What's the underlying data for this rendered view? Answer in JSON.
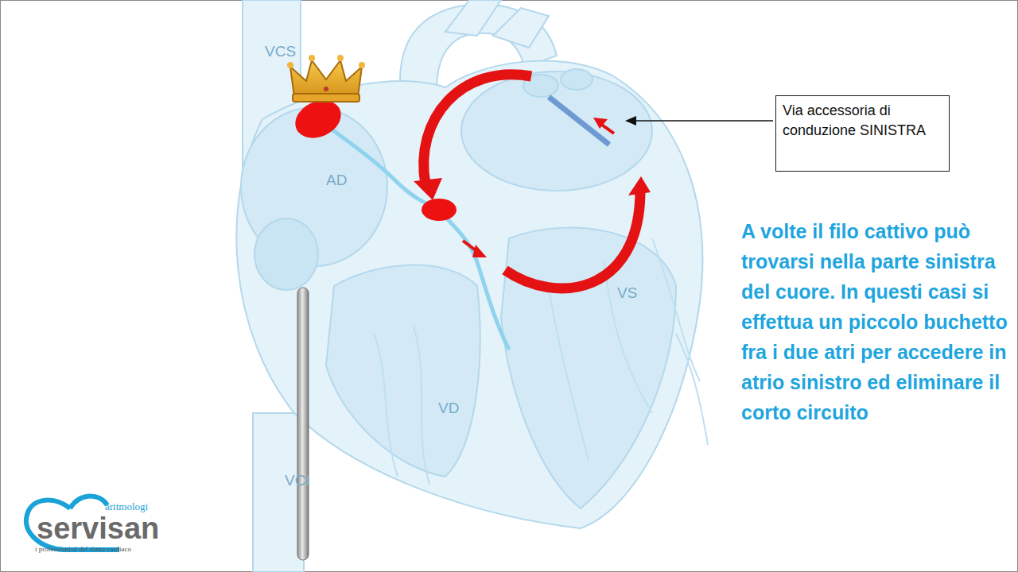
{
  "diagram": {
    "nodes": [
      {
        "text": [
          "Via accessoria di conduzione SINISTRA"
        ]
      }
    ],
    "labels": [
      "VCS",
      "AD",
      "VS",
      "VD",
      "VCI",
      "A volte il filo cattivo può trovarsi nella parte sinistra del cuore. In questi casi si effettua un piccolo buchetto fra i due atri per accedere in atrio sinistro ed eliminare il corto circuito",
      "aritmologi",
      "servisan",
      "i professionisti del ritmo cardiaco"
    ]
  }
}
